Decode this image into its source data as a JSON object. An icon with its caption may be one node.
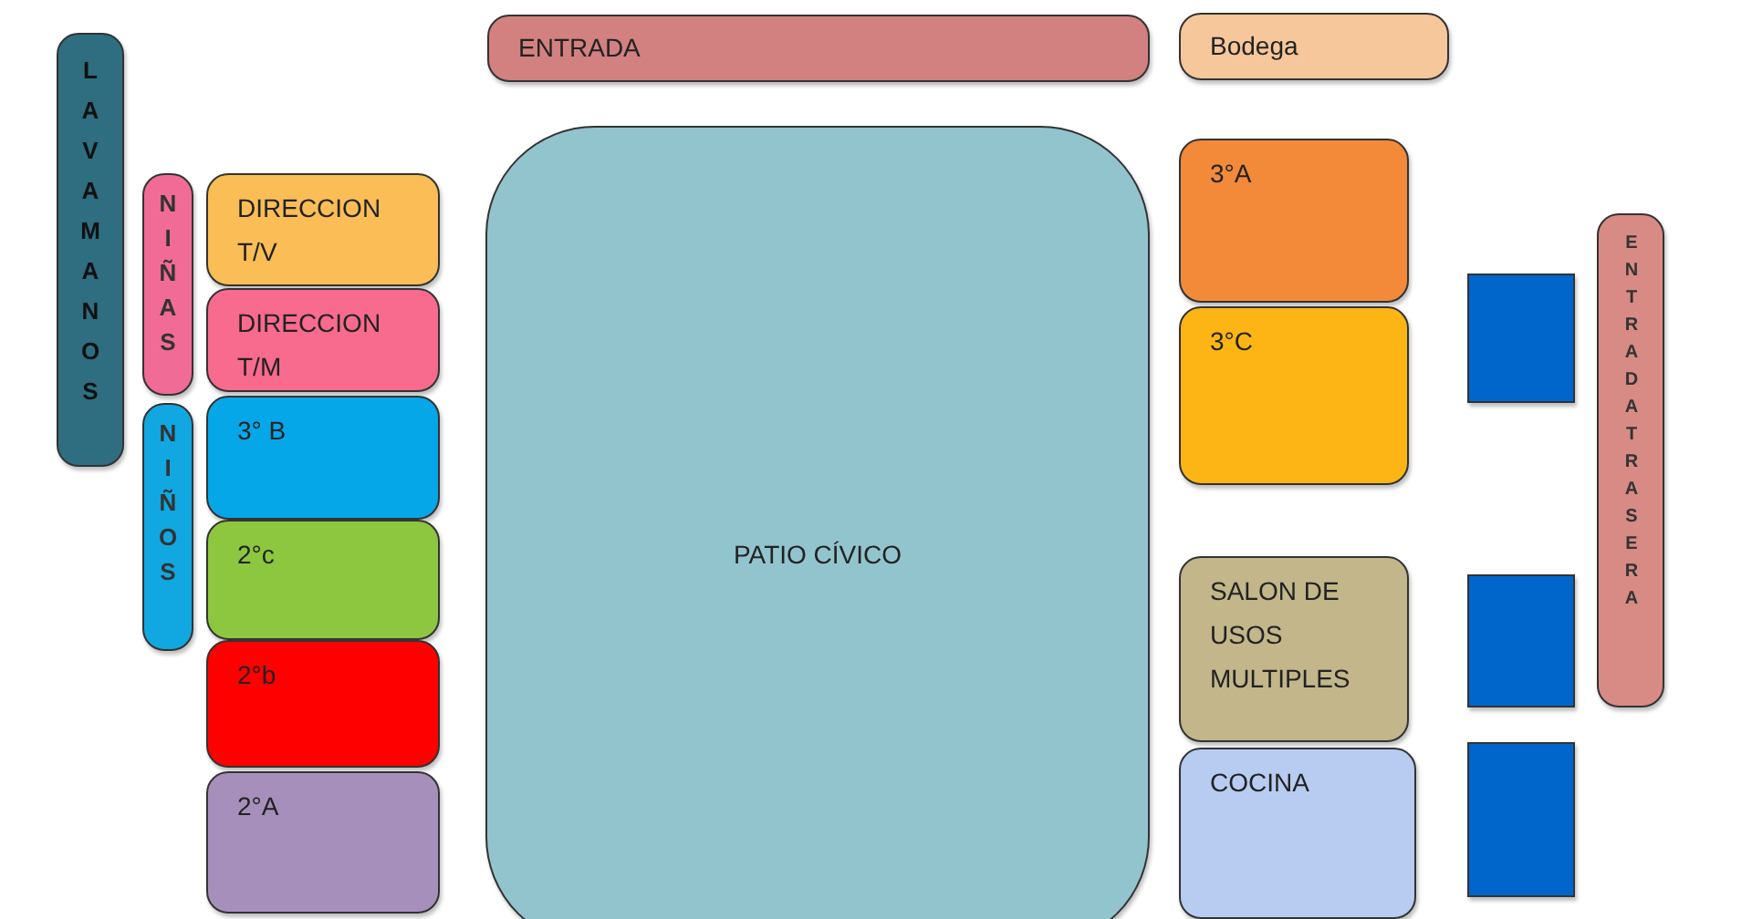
{
  "diagram": {
    "nodes": [
      {
        "text": [
          "LAVAMANOS"
        ]
      },
      {
        "text": [
          "NIÑAS"
        ]
      },
      {
        "text": [
          "NIÑOS"
        ]
      },
      {
        "text": [
          "DIRECCION T/V"
        ]
      },
      {
        "text": [
          "DIRECCION T/M"
        ]
      },
      {
        "text": [
          "3° B"
        ]
      },
      {
        "text": [
          "2°c"
        ]
      },
      {
        "text": [
          "2°b"
        ]
      },
      {
        "text": [
          "2°A"
        ]
      },
      {
        "text": [
          "ENTRADA"
        ]
      },
      {
        "text": [
          "PATIO CÍVICO"
        ]
      },
      {
        "text": [
          "Bodega"
        ]
      },
      {
        "text": [
          "3°A"
        ]
      },
      {
        "text": [
          "3°C"
        ]
      },
      {
        "text": [
          "SALON DE USOS MULTIPLES"
        ]
      },
      {
        "text": [
          "COCINA"
        ]
      },
      {
        "text": [],
        "shape": "box"
      },
      {
        "text": [],
        "shape": "box"
      },
      {
        "text": [],
        "shape": "box"
      },
      {
        "text": [
          "ENTRADATRASERA"
        ]
      }
    ]
  }
}
